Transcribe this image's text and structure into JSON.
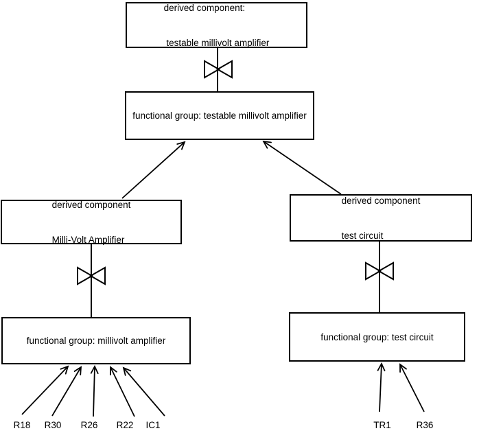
{
  "colors": {
    "background": "#ffffff",
    "line": "#000000",
    "text": "#000000"
  },
  "nodes": {
    "top_derived": {
      "line1": "derived component:",
      "line2": " testable millivolt amplifier"
    },
    "top_functional": {
      "line1": "functional group: testable millivolt amplifier"
    },
    "left_derived": {
      "line1": "derived component",
      "line2": "Milli-Volt Amplifier"
    },
    "right_derived": {
      "line1": "derived component",
      "line2": "test circuit"
    },
    "left_functional": {
      "line1": "functional group: millivolt amplifier"
    },
    "right_functional": {
      "line1": "functional group: test circuit"
    }
  },
  "leaves": {
    "left": [
      "R18",
      "R30",
      "R26",
      "R22",
      "IC1"
    ],
    "right": [
      "TR1",
      "R36"
    ]
  },
  "icons": {
    "decomposition_symbol": "bowtie-icon",
    "relation_symbol": "open-arrowhead-icon"
  }
}
